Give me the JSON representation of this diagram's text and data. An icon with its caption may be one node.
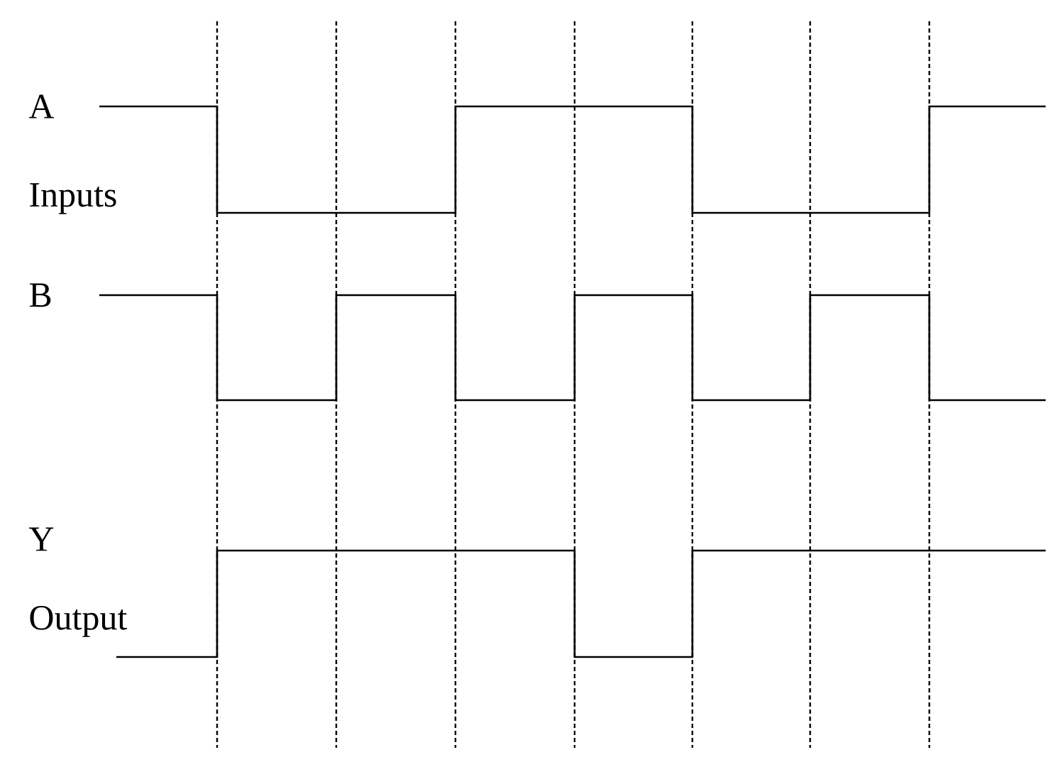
{
  "diagram": {
    "labels": [
      "A",
      "Inputs",
      "B",
      "Y",
      "Output"
    ]
  }
}
